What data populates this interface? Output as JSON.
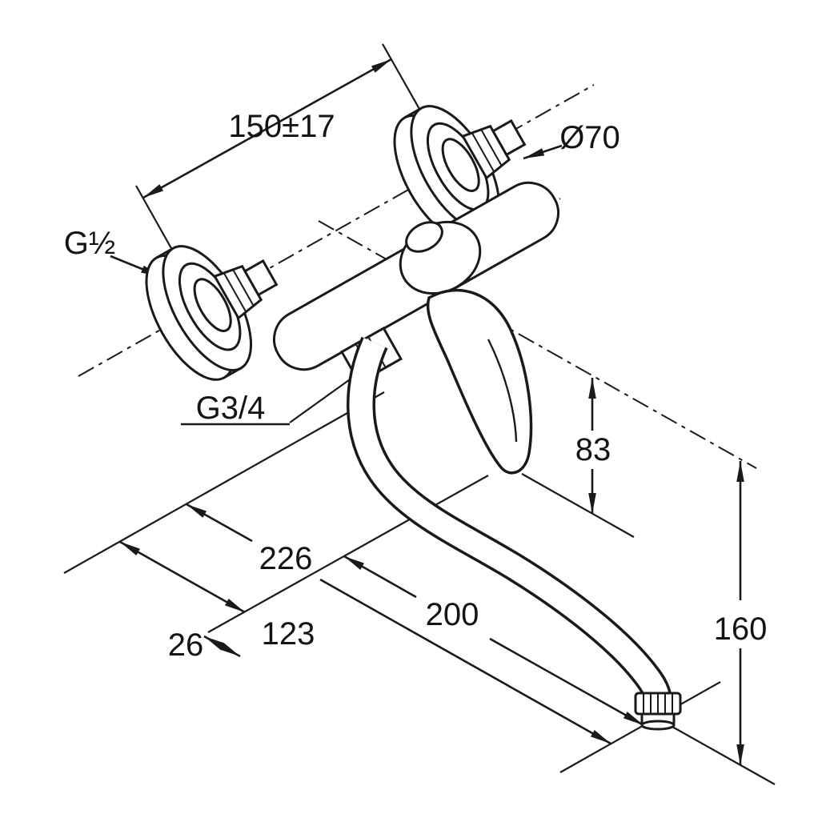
{
  "drawing": {
    "type": "technical-dimension-drawing",
    "product": "wall-mounted single-lever mixer tap with swivel spout",
    "labels": {
      "mounting_span": "150±17",
      "flange_diameter": "Ø70",
      "inlet_thread": "G½",
      "spout_nut_thread": "G3/4",
      "handle_drop": "83",
      "reach_total": "226",
      "reach_outlet": "200",
      "reach_mid": "123",
      "offset_small": "26",
      "outlet_drop": "160"
    },
    "colors": {
      "line": "#1a1a1a",
      "text": "#141414",
      "background": "#ffffff"
    }
  }
}
